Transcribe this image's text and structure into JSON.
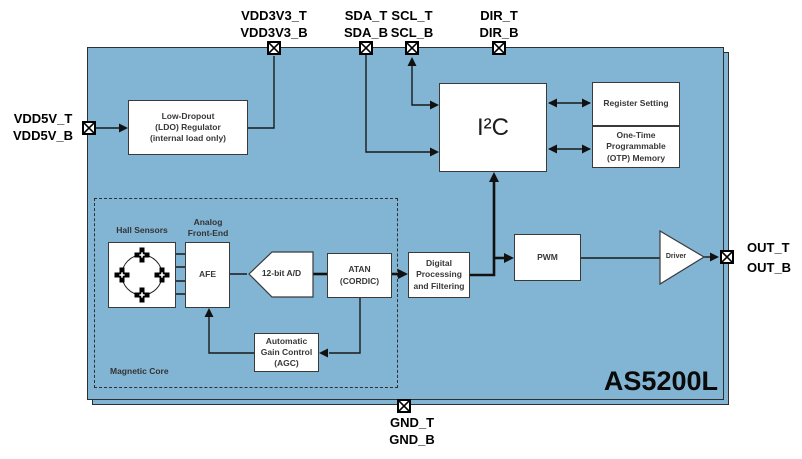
{
  "diagram": {
    "chip_name": "AS5200L",
    "pins": {
      "vdd5v": "VDD5V_T\nVDD5V_B",
      "vdd3v3": "VDD3V3_T\nVDD3V3_B",
      "sda": "SDA_T\nSDA_B",
      "scl": "SCL_T\nSCL_B",
      "dir": "DIR_T\nDIR_B",
      "gnd": "GND_T\nGND_B",
      "out": "OUT_T\nOUT_B"
    },
    "blocks": {
      "ldo": "Low-Dropout\n(LDO) Regulator\n(internal load only)",
      "i2c": "I²C",
      "register_setting": "Register Setting",
      "otp_memory": "One-Time\nProgrammable\n(OTP) Memory",
      "pwm": "PWM",
      "driver": "Driver",
      "digital_processing": "Digital\nProcessing\nand Filtering",
      "atan": "ATAN\n(CORDIC)",
      "adc": "12-bit A/D",
      "afe": "AFE",
      "agc": "Automatic\nGain Control\n(AGC)"
    },
    "labels": {
      "hall_sensors": "Hall Sensors",
      "analog_front_end": "Analog\nFront-End",
      "magnetic_core": "Magnetic Core"
    },
    "colors": {
      "chip_fill": "#82B4D4",
      "outline": "#2F2F2F",
      "block_fill": "#FFFFFF",
      "text": "#000000"
    }
  }
}
